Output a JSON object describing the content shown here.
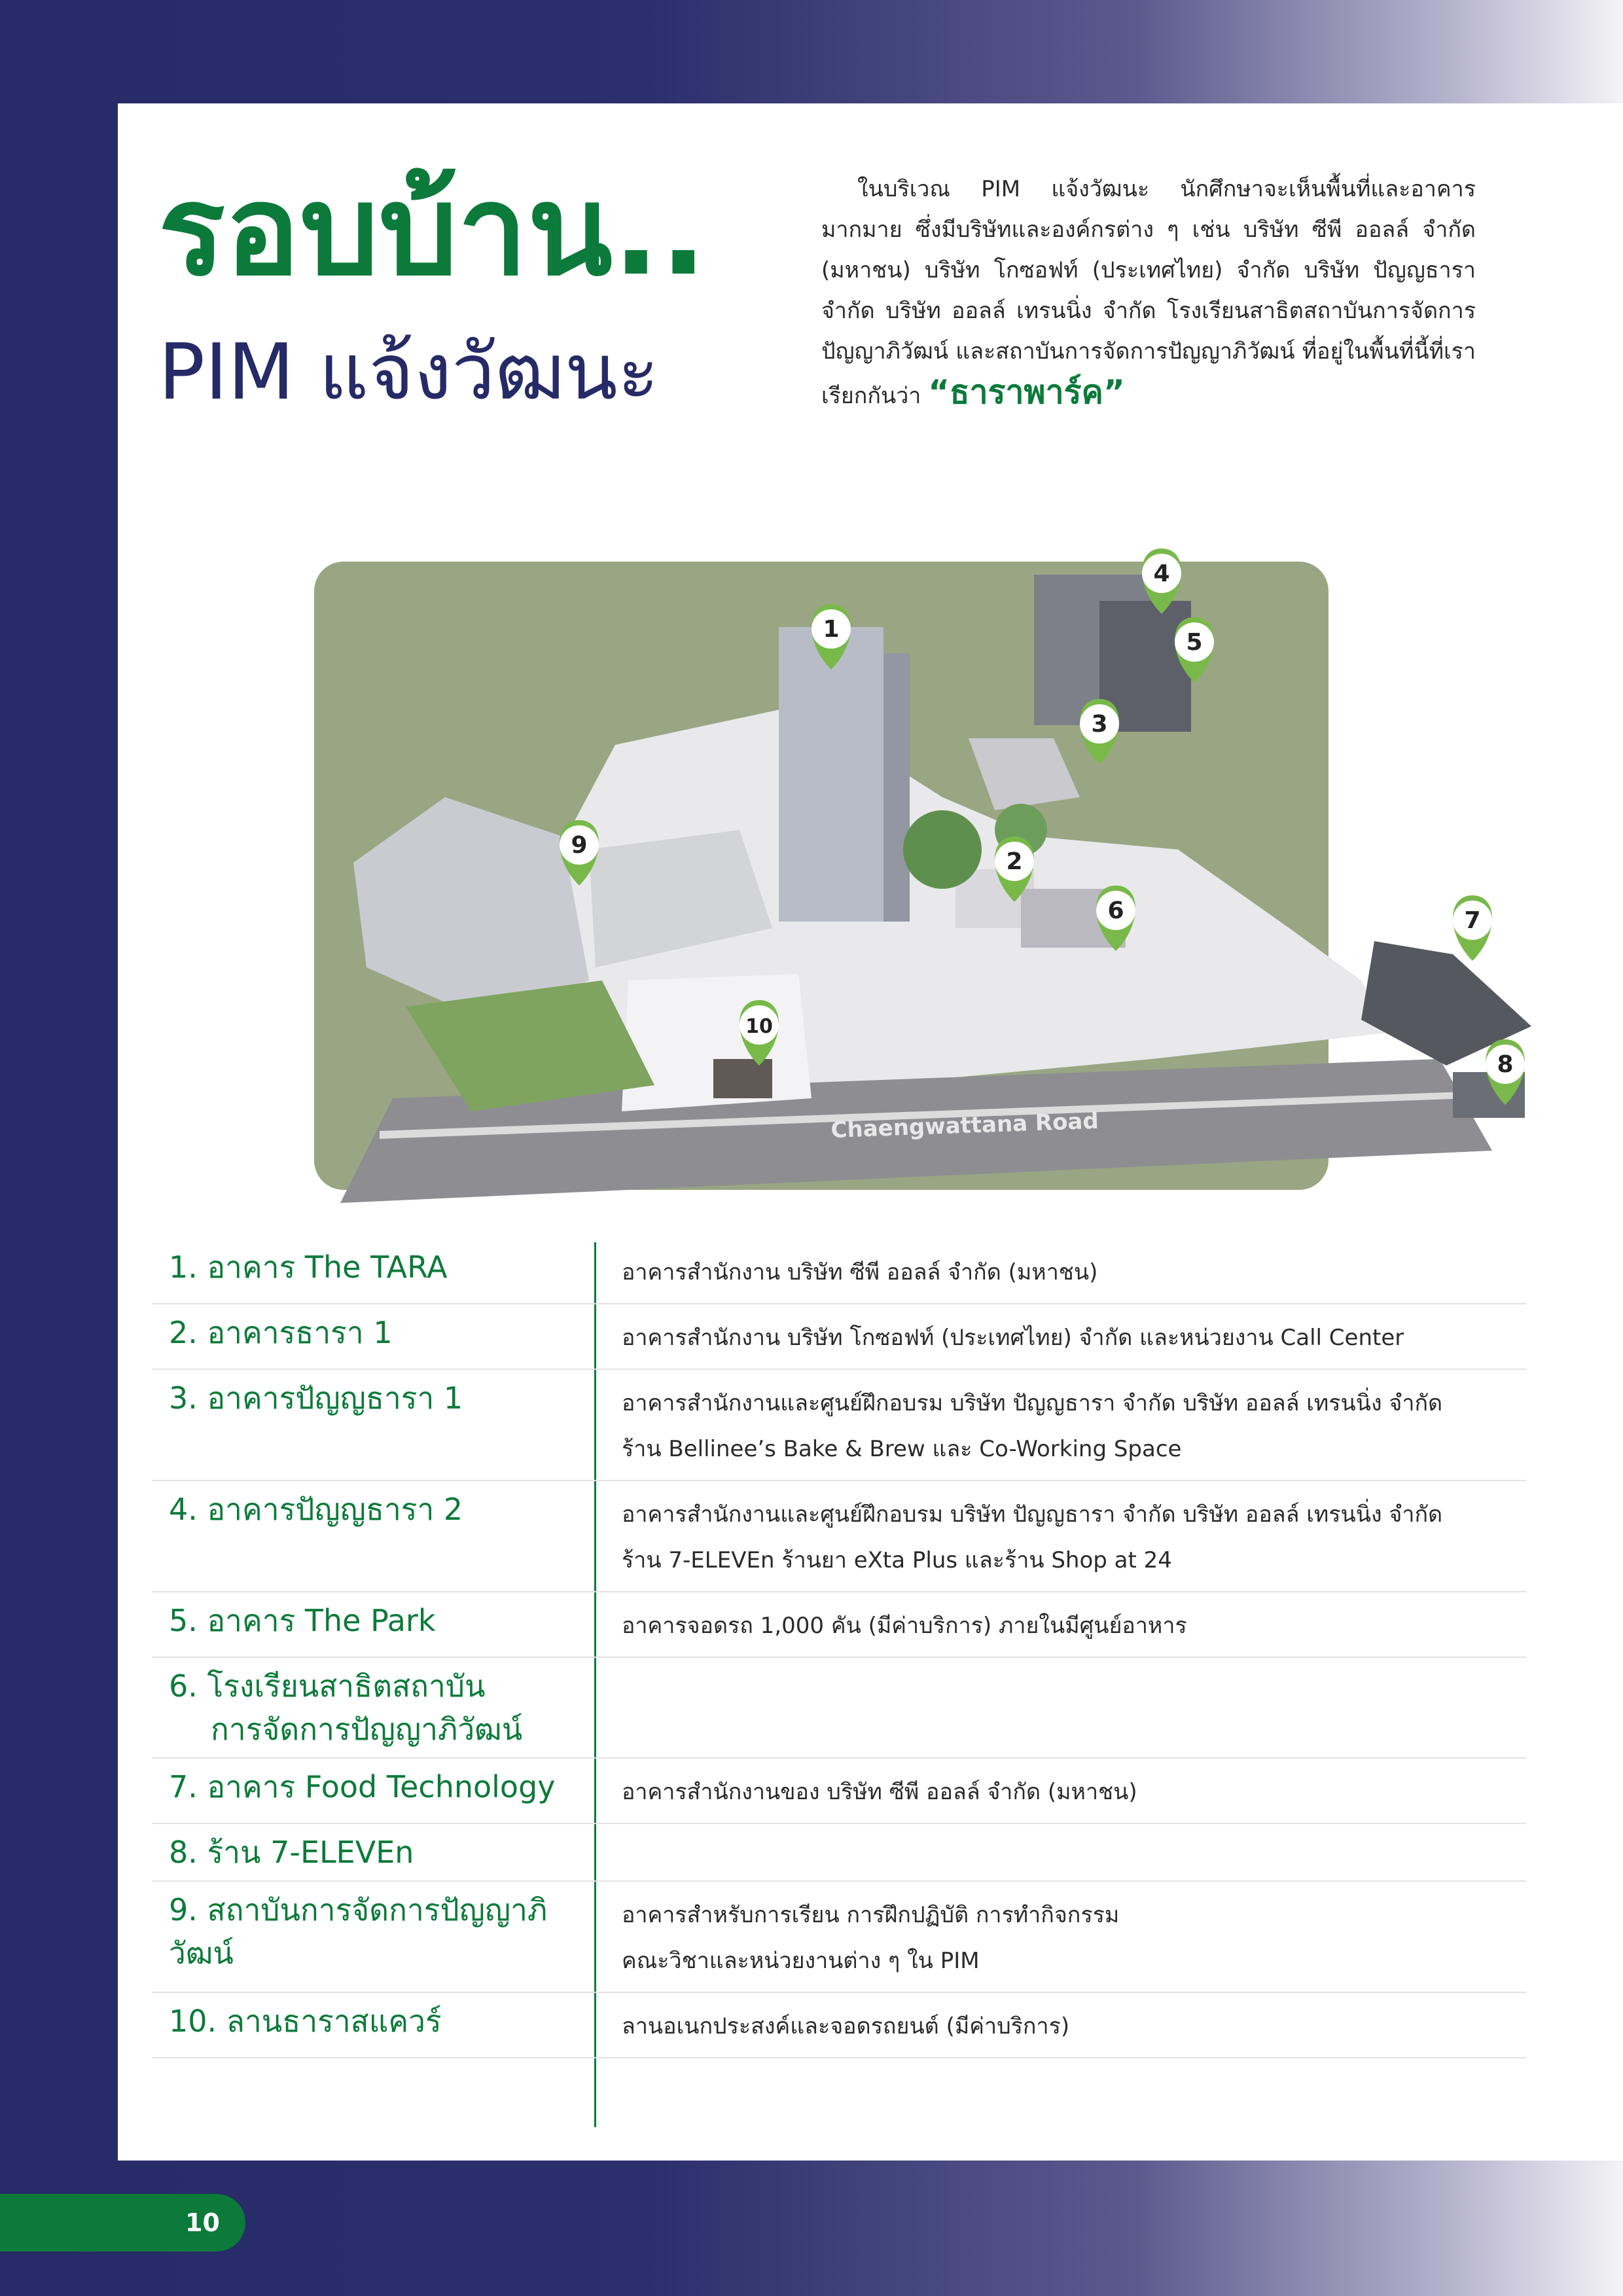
{
  "header": {
    "title": "รอบบ้าน..",
    "subtitle": "PIM แจ้งวัฒนะ"
  },
  "intro": {
    "text": "ในบริเวณ PIM แจ้งวัฒนะ นักศึกษาจะเห็นพื้นที่และอาคารมากมาย ซึ่งมีบริษัทและองค์กรต่าง ๆ เช่น บริษัท ซีพี ออลล์ จำกัด (มหาชน) บริษัท โกซอฟท์ (ประเทศไทย) จำกัด บริษัท ปัญญธารา จำกัด บริษัท ออลล์ เทรนนิ่ง จำกัด โรงเรียนสาธิตสถาบันการจัดการปัญญาภิวัฒน์ และสถาบันการจัดการปัญญาภิวัฒน์ ที่อยู่ในพื้นที่นี้ที่เราเรียกกันว่า",
    "highlight": "“ธาราพาร์ค”"
  },
  "map": {
    "road_label": "Chaengwattana Road",
    "markers": [
      "1",
      "2",
      "3",
      "4",
      "5",
      "6",
      "7",
      "8",
      "9",
      "10"
    ],
    "colors": {
      "background": "#9aa583",
      "marker": "#79b94a",
      "road": "#8e8e92"
    }
  },
  "buildings": [
    {
      "name": "1. อาคาร The TARA",
      "desc": [
        "อาคารสำนักงาน บริษัท ซีพี ออลล์ จำกัด (มหาชน)"
      ]
    },
    {
      "name": "2. อาคารธารา 1",
      "desc": [
        "อาคารสำนักงาน บริษัท โกซอฟท์ (ประเทศไทย) จำกัด และหน่วยงาน Call Center"
      ]
    },
    {
      "name": "3. อาคารปัญญธารา 1",
      "desc": [
        "อาคารสำนักงานและศูนย์ฝึกอบรม บริษัท ปัญญธารา จำกัด บริษัท ออลล์ เทรนนิ่ง จำกัด",
        "ร้าน Bellinee’s Bake & Brew และ Co-Working Space"
      ]
    },
    {
      "name": "4. อาคารปัญญธารา 2",
      "desc": [
        "อาคารสำนักงานและศูนย์ฝึกอบรม บริษัท ปัญญธารา จำกัด บริษัท ออลล์ เทรนนิ่ง จำกัด",
        "ร้าน 7-ELEVEn ร้านยา eXta Plus และร้าน Shop at 24"
      ]
    },
    {
      "name": "5. อาคาร The Park",
      "desc": [
        "อาคารจอดรถ 1,000 คัน (มีค่าบริการ) ภายในมีศูนย์อาหาร"
      ]
    },
    {
      "name": "6. โรงเรียนสาธิตสถาบัน",
      "name2": "การจัดการปัญญาภิวัฒน์",
      "desc": []
    },
    {
      "name": "7. อาคาร Food Technology",
      "desc": [
        "อาคารสำนักงานของ บริษัท ซีพี ออลล์ จำกัด (มหาชน)"
      ]
    },
    {
      "name": "8. ร้าน 7-ELEVEn",
      "desc": []
    },
    {
      "name": "9. สถาบันการจัดการปัญญาภิวัฒน์",
      "desc": [
        "อาคารสำหรับการเรียน การฝึกปฏิบัติ การทำกิจกรรม",
        "คณะวิชาและหน่วยงานต่าง ๆ ใน PIM"
      ]
    },
    {
      "name": "10. ลานธาราสแควร์",
      "desc": [
        "ลานอเนกประสงค์และจอดรถยนต์ (มีค่าบริการ)"
      ]
    }
  ],
  "footer": {
    "page_number": "10"
  }
}
